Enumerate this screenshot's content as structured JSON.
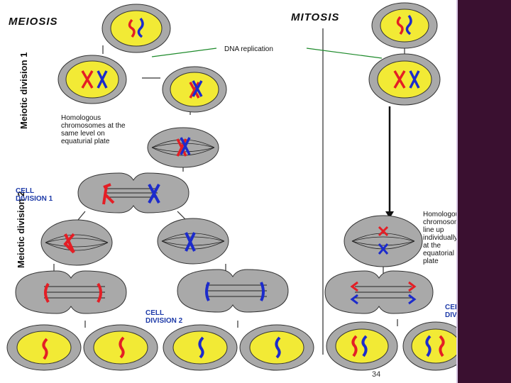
{
  "labels": {
    "meiosis": "MEIOSIS",
    "mitosis": "MITOSIS",
    "dna_replication": "DNA replication",
    "meiotic_division_1": "Meiotic division 1",
    "meiotic_division_2": "Meiotic division 2",
    "homologous_left": [
      "Homologous",
      "chromosomes at the",
      "same level on",
      "equaturial plate"
    ],
    "cell_division_1": [
      "CELL",
      "DIVISION 1"
    ],
    "cell_division_2": [
      "CELL",
      "DIVISION 2"
    ],
    "homologous_right": [
      "Homologous",
      "chromosome",
      "line up",
      "individually",
      "at the",
      "equatorial",
      "plate"
    ],
    "cell_division": [
      "CELL",
      "DIVISION"
    ]
  },
  "page_number": "34",
  "colors": {
    "cell_fill": "#a9a9a9",
    "nucleus_fill": "#f2ea35",
    "maternal": "#e41e25",
    "paternal": "#1c2bcc",
    "label_blue": "#1d3aa8",
    "sidebar": "#3a1030"
  }
}
